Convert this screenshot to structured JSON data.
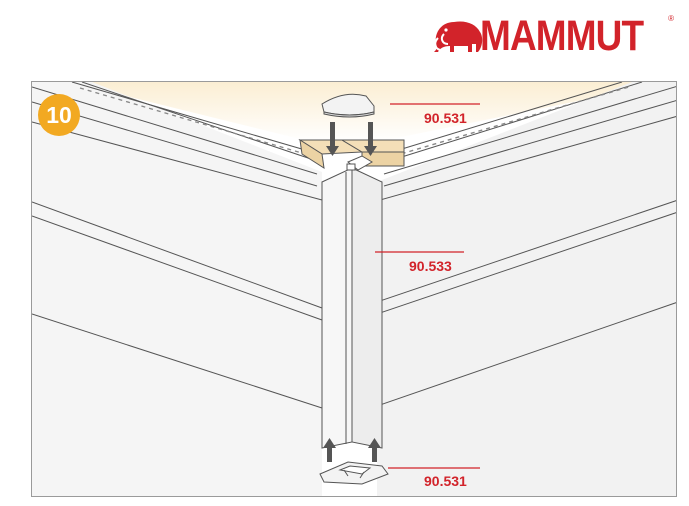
{
  "brand": {
    "name": "MAMMUT",
    "trademark": "®",
    "color": "#d2232a"
  },
  "step": {
    "number": "10",
    "badge_color": "#f2a922"
  },
  "callouts": [
    {
      "label": "90.531"
    },
    {
      "label": "90.533"
    },
    {
      "label": "90.531"
    }
  ],
  "colors": {
    "line": "#d2232a",
    "panel": "#f4f4f4",
    "outline": "#555555",
    "wood": "#f4dfb8"
  }
}
